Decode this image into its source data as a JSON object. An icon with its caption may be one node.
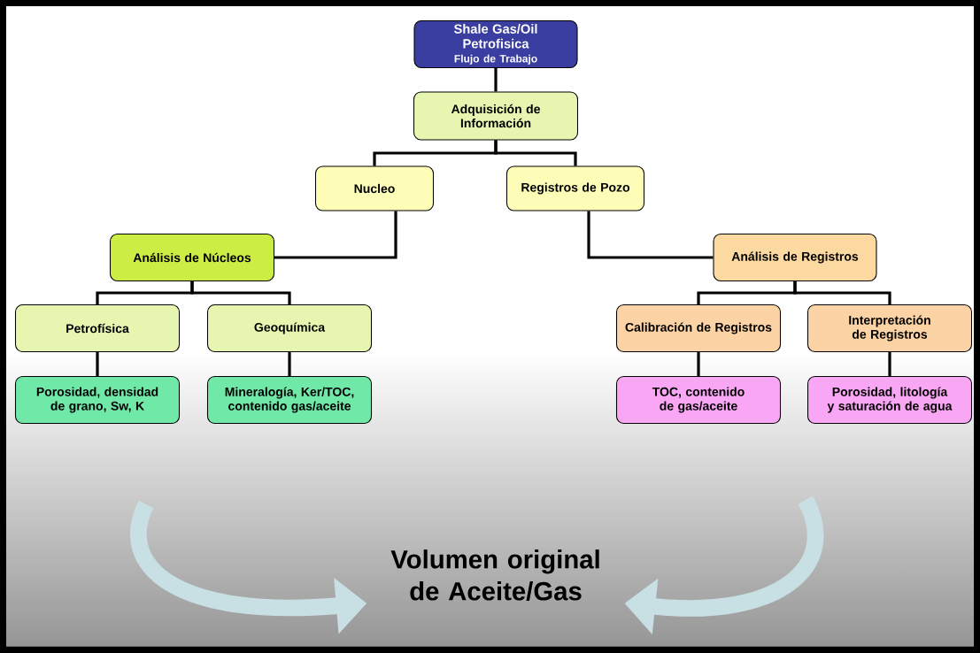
{
  "diagram": {
    "nodes": [
      {
        "text": [
          "Shale Gas/Oil Petrofisica",
          "Flujo de Trabajo"
        ]
      },
      {
        "text": [
          "Adquisición de Información"
        ]
      },
      {
        "text": [
          "Nucleo"
        ]
      },
      {
        "text": [
          "Registros de Pozo"
        ]
      },
      {
        "text": [
          "Análisis de Núcleos"
        ]
      },
      {
        "text": [
          "Análisis de Registros"
        ]
      },
      {
        "text": [
          "Petrofísica"
        ]
      },
      {
        "text": [
          "Geoquímica"
        ]
      },
      {
        "text": [
          "Calibración de Registros"
        ]
      },
      {
        "text": [
          "Interpretación de Registros"
        ]
      },
      {
        "text": [
          "Porosidad, densidad de grano, Sw, K"
        ]
      },
      {
        "text": [
          "Mineralogía, Ker/TOC, contenido gas/aceite"
        ]
      },
      {
        "text": [
          "TOC, contenido de gas/aceite"
        ]
      },
      {
        "text": [
          "Porosidad, litología y saturación de agua"
        ]
      },
      {
        "text": [
          "Volumen original de Aceite/Gas"
        ]
      }
    ],
    "edges": [
      {
        "from": 0,
        "to": 1,
        "arrow": "none"
      },
      {
        "from": 1,
        "to": 2,
        "arrow": "none"
      },
      {
        "from": 1,
        "to": 3,
        "arrow": "none"
      },
      {
        "from": 2,
        "to": 4,
        "arrow": "none"
      },
      {
        "from": 3,
        "to": 5,
        "arrow": "none"
      },
      {
        "from": 4,
        "to": 6,
        "arrow": "none"
      },
      {
        "from": 4,
        "to": 7,
        "arrow": "none"
      },
      {
        "from": 5,
        "to": 8,
        "arrow": "none"
      },
      {
        "from": 5,
        "to": 9,
        "arrow": "none"
      },
      {
        "from": 6,
        "to": 10,
        "arrow": "none"
      },
      {
        "from": 7,
        "to": 11,
        "arrow": "none"
      },
      {
        "from": 8,
        "to": 12,
        "arrow": "none"
      },
      {
        "from": 9,
        "to": 13,
        "arrow": "none"
      },
      {
        "from": null,
        "to": 14,
        "arrow": "to",
        "style": "thick",
        "color": "#c8e0e4"
      },
      {
        "from": null,
        "to": 14,
        "arrow": "to",
        "style": "thick",
        "color": "#c8e0e4"
      }
    ]
  }
}
